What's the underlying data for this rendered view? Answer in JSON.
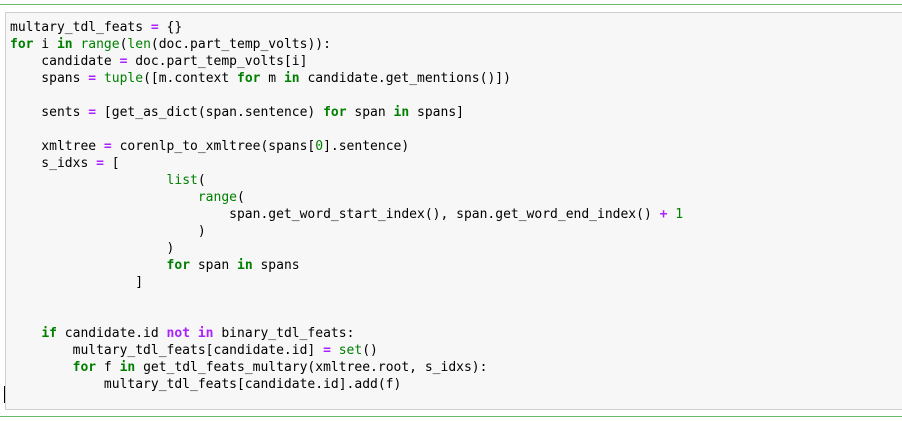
{
  "cell": {
    "lines": [
      [
        {
          "t": "multary_tdl_feats ",
          "c": "nm"
        },
        {
          "t": "=",
          "c": "op"
        },
        {
          "t": " {}",
          "c": "nm"
        }
      ],
      [
        {
          "t": "for",
          "c": "kw"
        },
        {
          "t": " i ",
          "c": "nm"
        },
        {
          "t": "in",
          "c": "kw"
        },
        {
          "t": " ",
          "c": "nm"
        },
        {
          "t": "range",
          "c": "bi"
        },
        {
          "t": "(",
          "c": "nm"
        },
        {
          "t": "len",
          "c": "bi"
        },
        {
          "t": "(doc.part_temp_volts)):",
          "c": "nm"
        }
      ],
      [
        {
          "t": "    candidate ",
          "c": "nm"
        },
        {
          "t": "=",
          "c": "op"
        },
        {
          "t": " doc.part_temp_volts[i]",
          "c": "nm"
        }
      ],
      [
        {
          "t": "    spans ",
          "c": "nm"
        },
        {
          "t": "=",
          "c": "op"
        },
        {
          "t": " ",
          "c": "nm"
        },
        {
          "t": "tuple",
          "c": "bi"
        },
        {
          "t": "([m.context ",
          "c": "nm"
        },
        {
          "t": "for",
          "c": "kw"
        },
        {
          "t": " m ",
          "c": "nm"
        },
        {
          "t": "in",
          "c": "kw"
        },
        {
          "t": " candidate.get_mentions()])",
          "c": "nm"
        }
      ],
      [],
      [
        {
          "t": "    sents ",
          "c": "nm"
        },
        {
          "t": "=",
          "c": "op"
        },
        {
          "t": " [get_as_dict(span.sentence) ",
          "c": "nm"
        },
        {
          "t": "for",
          "c": "kw"
        },
        {
          "t": " span ",
          "c": "nm"
        },
        {
          "t": "in",
          "c": "kw"
        },
        {
          "t": " spans]",
          "c": "nm"
        }
      ],
      [],
      [
        {
          "t": "    xmltree ",
          "c": "nm"
        },
        {
          "t": "=",
          "c": "op"
        },
        {
          "t": " corenlp_to_xmltree(spans[",
          "c": "nm"
        },
        {
          "t": "0",
          "c": "num"
        },
        {
          "t": "].sentence)",
          "c": "nm"
        }
      ],
      [
        {
          "t": "    s_idxs ",
          "c": "nm"
        },
        {
          "t": "=",
          "c": "op"
        },
        {
          "t": " [",
          "c": "nm"
        }
      ],
      [
        {
          "t": "                    ",
          "c": "nm"
        },
        {
          "t": "list",
          "c": "bi"
        },
        {
          "t": "(",
          "c": "nm"
        }
      ],
      [
        {
          "t": "                        ",
          "c": "nm"
        },
        {
          "t": "range",
          "c": "bi"
        },
        {
          "t": "(",
          "c": "nm"
        }
      ],
      [
        {
          "t": "                            span.get_word_start_index(), span.get_word_end_index() ",
          "c": "nm"
        },
        {
          "t": "+",
          "c": "op"
        },
        {
          "t": " ",
          "c": "nm"
        },
        {
          "t": "1",
          "c": "num"
        }
      ],
      [
        {
          "t": "                        )",
          "c": "nm"
        }
      ],
      [
        {
          "t": "                    )",
          "c": "nm"
        }
      ],
      [
        {
          "t": "                    ",
          "c": "nm"
        },
        {
          "t": "for",
          "c": "kw"
        },
        {
          "t": " span ",
          "c": "nm"
        },
        {
          "t": "in",
          "c": "kw"
        },
        {
          "t": " spans",
          "c": "nm"
        }
      ],
      [
        {
          "t": "                ]",
          "c": "nm"
        }
      ],
      [],
      [],
      [
        {
          "t": "    ",
          "c": "nm"
        },
        {
          "t": "if",
          "c": "kw"
        },
        {
          "t": " candidate.id ",
          "c": "nm"
        },
        {
          "t": "not",
          "c": "op"
        },
        {
          "t": " ",
          "c": "nm"
        },
        {
          "t": "in",
          "c": "op"
        },
        {
          "t": " binary_tdl_feats:",
          "c": "nm"
        }
      ],
      [
        {
          "t": "        multary_tdl_feats[candidate.id] ",
          "c": "nm"
        },
        {
          "t": "=",
          "c": "op"
        },
        {
          "t": " ",
          "c": "nm"
        },
        {
          "t": "set",
          "c": "bi"
        },
        {
          "t": "()",
          "c": "nm"
        }
      ],
      [
        {
          "t": "        ",
          "c": "nm"
        },
        {
          "t": "for",
          "c": "kw"
        },
        {
          "t": " f ",
          "c": "nm"
        },
        {
          "t": "in",
          "c": "kw"
        },
        {
          "t": " get_tdl_feats_multary(xmltree.root, s_idxs):",
          "c": "nm"
        }
      ],
      [
        {
          "t": "            multary_tdl_feats[candidate.id].add(f)",
          "c": "nm"
        }
      ],
      []
    ]
  },
  "colors": {
    "keyword": "#008000",
    "operator": "#aa22ff",
    "builtin": "#008000",
    "number": "#008000",
    "cell_border": "#66bb6a",
    "editor_background": "#f7f7f7"
  }
}
